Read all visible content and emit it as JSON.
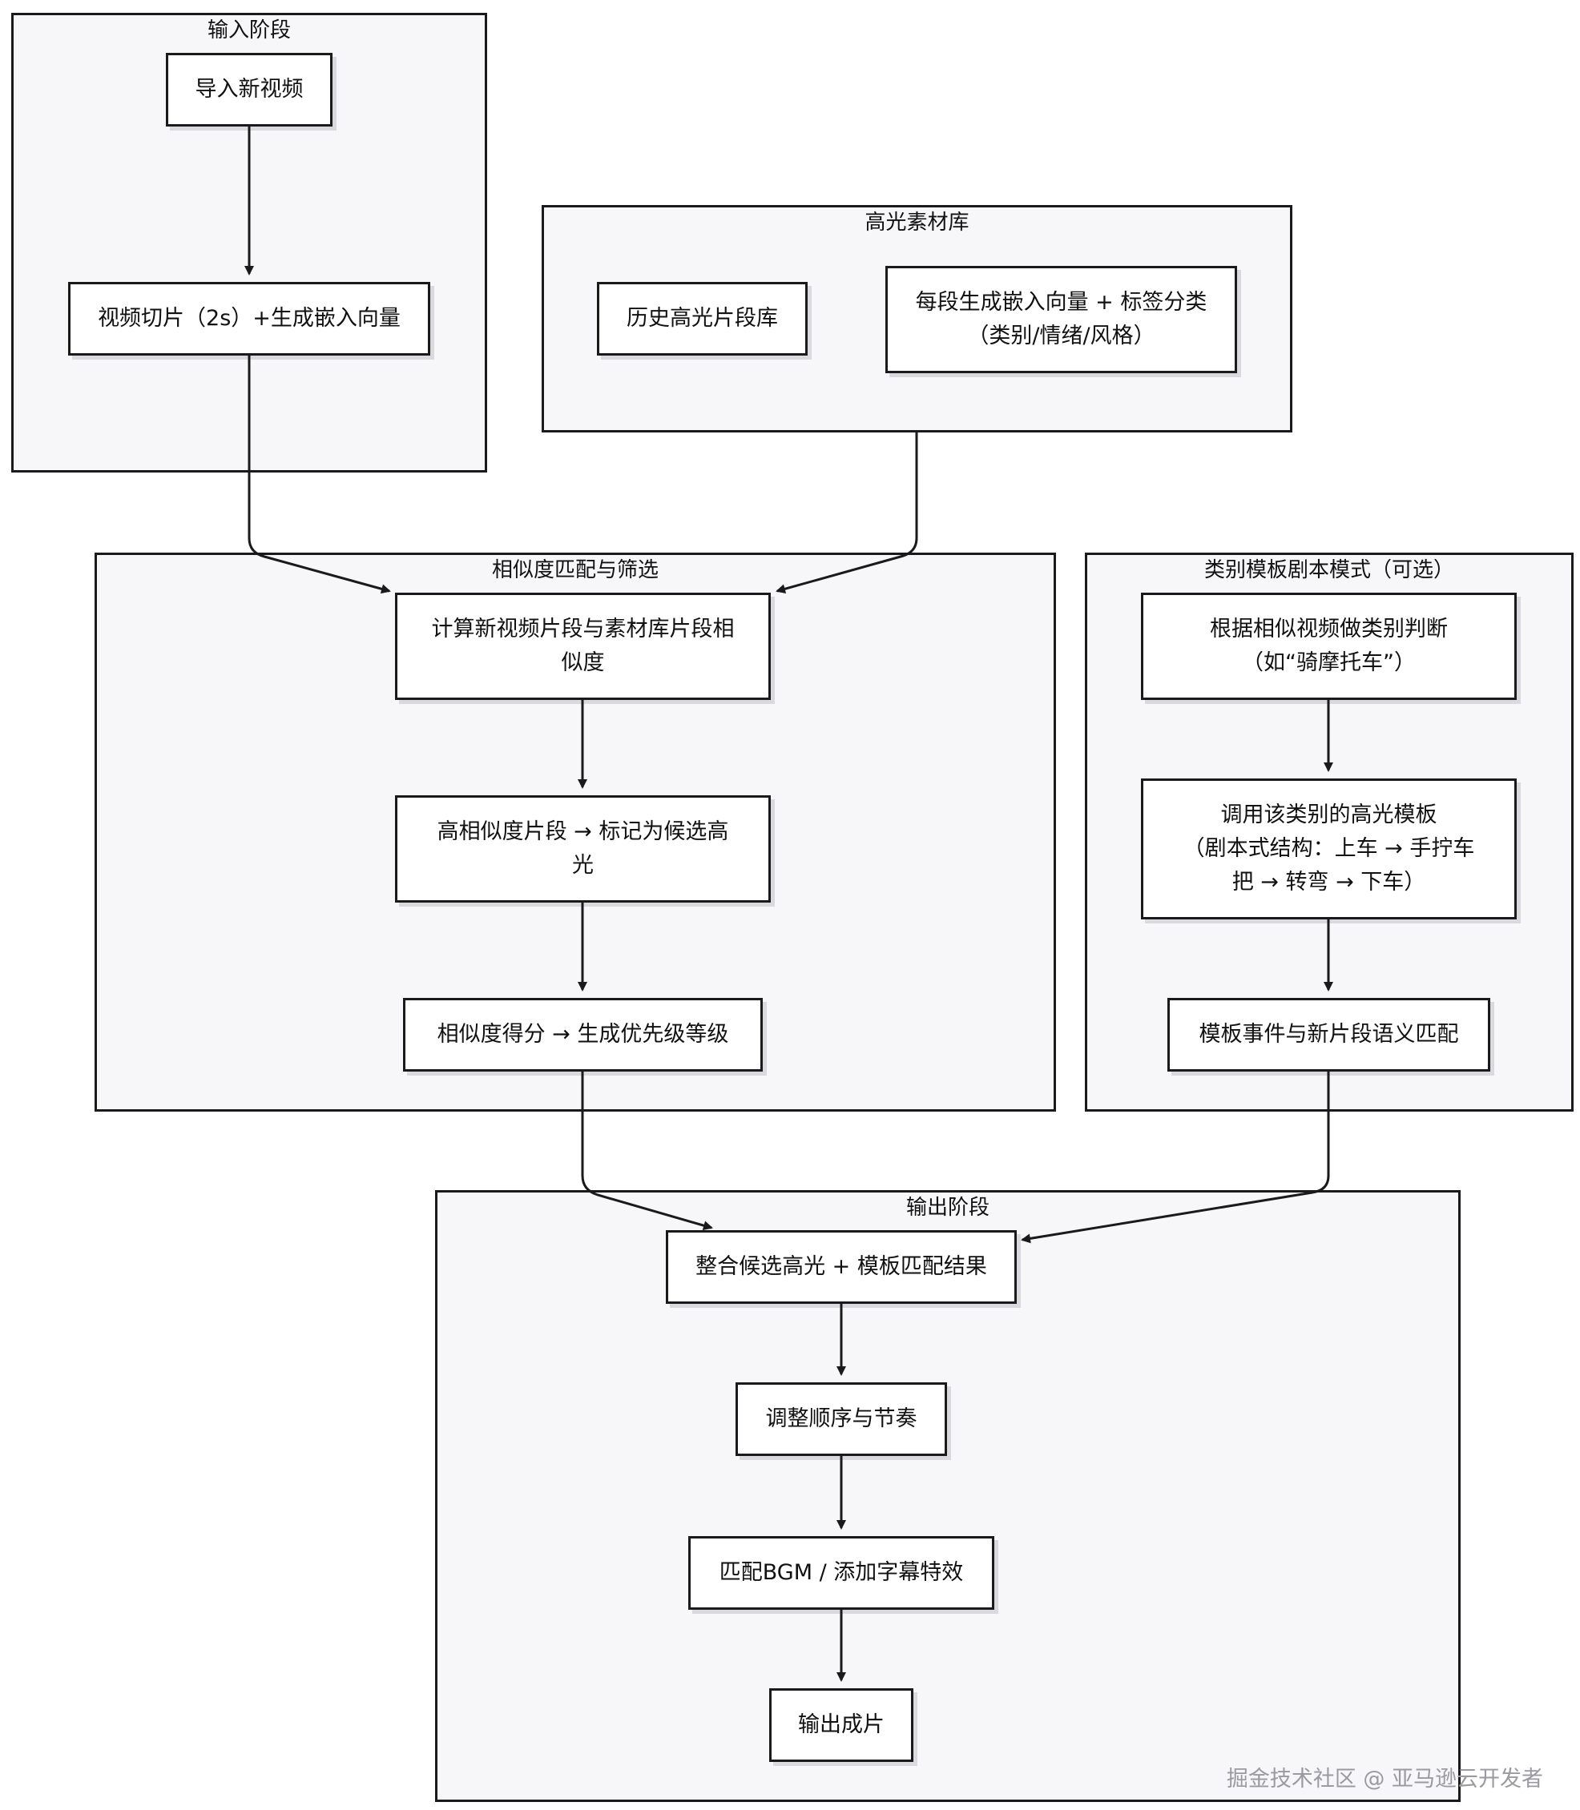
{
  "groups": {
    "input": "输入阶段",
    "library": "高光素材库",
    "similarity": "相似度匹配与筛选",
    "template": "类别模板剧本模式（可选）",
    "output": "输出阶段"
  },
  "nodes": {
    "import": "导入新视频",
    "slice": "视频切片（2s）+生成嵌入向量",
    "history": "历史高光片段库",
    "embed_tag": "每段生成嵌入向量 + 标签分类\n（类别/情绪/风格）",
    "compute": "计算新视频片段与素材库片段相\n似度",
    "candidate": "高相似度片段 → 标记为候选高\n光",
    "score": "相似度得分 → 生成优先级等级",
    "judge": "根据相似视频做类别判断\n（如“骑摩托车”）",
    "call_template": "调用该类别的高光模板\n（剧本式结构：上车 → 手拧车\n把 → 转弯 → 下车）",
    "event_match": "模板事件与新片段语义匹配",
    "merge": "整合候选高光 + 模板匹配结果",
    "adjust": "调整顺序与节奏",
    "bgm": "匹配BGM / 添加字幕特效",
    "final": "输出成片"
  },
  "edges": [
    [
      "import",
      "slice"
    ],
    [
      "slice",
      "compute"
    ],
    [
      "library",
      "compute"
    ],
    [
      "compute",
      "candidate"
    ],
    [
      "candidate",
      "score"
    ],
    [
      "judge",
      "call_template"
    ],
    [
      "call_template",
      "event_match"
    ],
    [
      "score",
      "merge"
    ],
    [
      "event_match",
      "merge"
    ],
    [
      "merge",
      "adjust"
    ],
    [
      "adjust",
      "bgm"
    ],
    [
      "bgm",
      "final"
    ]
  ],
  "watermark": "掘金技术社区 @ 亚马逊云开发者",
  "colors": {
    "stroke": "#1a1a1a",
    "group_fill": "#f7f7fa",
    "node_fill": "#ffffff",
    "shadow": "#d9d9de",
    "watermark": "#9a9aa0"
  }
}
